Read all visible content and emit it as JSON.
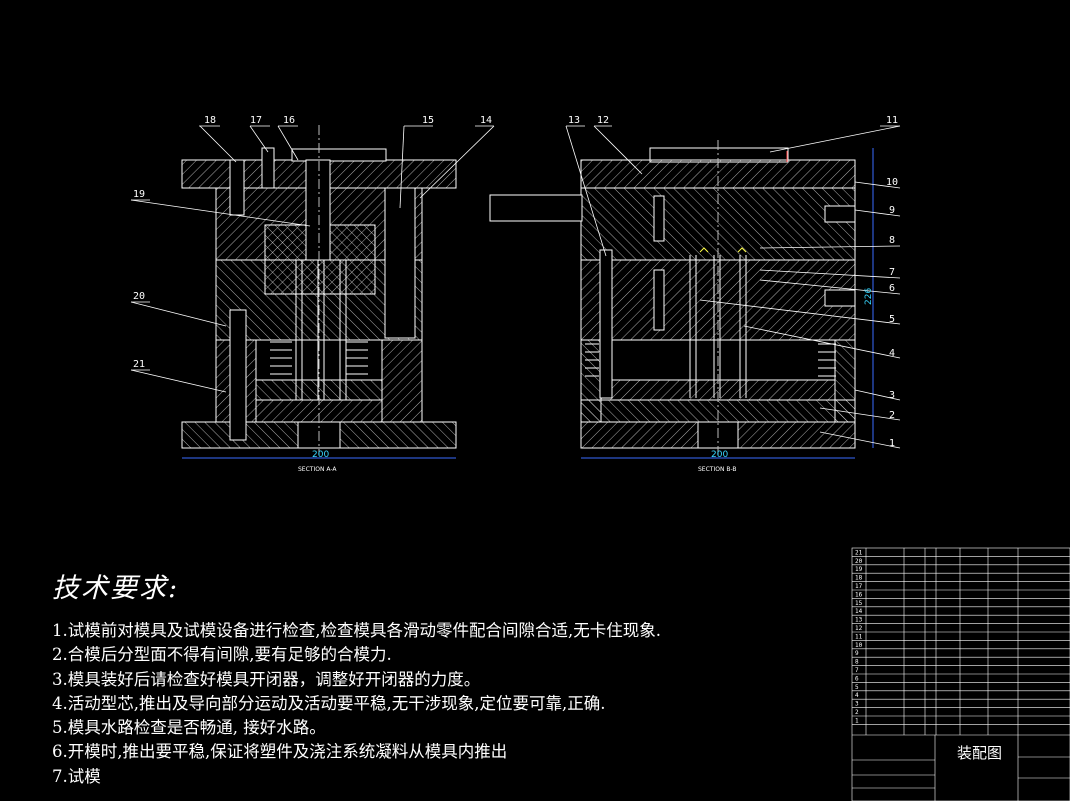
{
  "colors": {
    "background": "#000000",
    "line": "#ffffff",
    "hatch": "#e8e8e8",
    "dim": "#3a6bff",
    "cyan": "#38d7ff",
    "yellow": "#ffff44",
    "red": "#ff4040"
  },
  "views": [
    {
      "id": "A",
      "section_label": "SECTION A-A",
      "width_dim": "200"
    },
    {
      "id": "B",
      "section_label": "SECTION B-B",
      "width_dim": "200",
      "height_dim": "226"
    }
  ],
  "callouts_left": [
    "18",
    "17",
    "16",
    "15",
    "14",
    "19",
    "20",
    "21"
  ],
  "callouts_right": [
    "13",
    "12",
    "11",
    "10",
    "9",
    "8",
    "7",
    "6",
    "5",
    "4",
    "3",
    "2",
    "1"
  ],
  "notes": {
    "title": "技术要求:",
    "lines": [
      "1.试模前对模具及试模设备进行检查,检查模具各滑动零件配合间隙合适,无卡住现象.",
      "2.合模后分型面不得有间隙,要有足够的合模力.",
      "3.模具装好后请检查好模具开闭器，调整好开闭器的力度。",
      "4.活动型芯,推出及导向部分运动及活动要平稳,无干涉现象,定位要可靠,正确.",
      "5.模具水路检查是否畅通, 接好水路。",
      "6.开模时,推出要平稳,保证将塑件及浇注系统凝料从模具内推出",
      "7.试模"
    ]
  },
  "title_block": {
    "drawing_title": "装配图",
    "part_rows": [
      "21",
      "20",
      "19",
      "18",
      "17",
      "16",
      "15",
      "14",
      "13",
      "12",
      "11",
      "10",
      "9",
      "8",
      "7",
      "6",
      "5",
      "4",
      "3",
      "2",
      "1"
    ]
  }
}
